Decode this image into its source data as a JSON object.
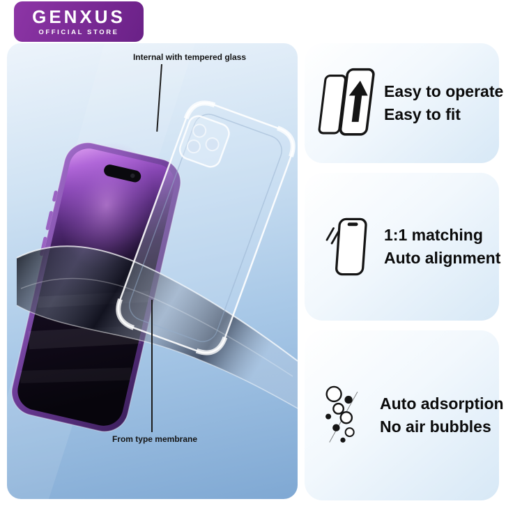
{
  "brand": {
    "name": "GENXUS",
    "subtitle": "OFFICIAL STORE"
  },
  "annotations": {
    "top": "Internal with tempered glass",
    "bottom": "From type membrane"
  },
  "features": [
    {
      "icon": "easy-operate-icon",
      "lines": [
        "Easy to operate",
        "Easy to fit"
      ]
    },
    {
      "icon": "one-to-one-matching-icon",
      "lines": [
        "1:1 matching",
        "Auto alignment"
      ]
    },
    {
      "icon": "auto-adsorption-icon",
      "lines": [
        "Auto adsorption",
        "No air bubbles"
      ]
    }
  ],
  "colors": {
    "badge_gradient_start": "#8d35a6",
    "badge_gradient_end": "#6a2187",
    "panel_top": "#edf4fb",
    "panel_mid": "#a8c8e7",
    "panel_bottom": "#7fa8d3",
    "card_tint": "#d7e8f6",
    "text_ink": "#0b0b0b",
    "phone_purple": "#6b3a96",
    "icon_stroke": "#151515"
  }
}
